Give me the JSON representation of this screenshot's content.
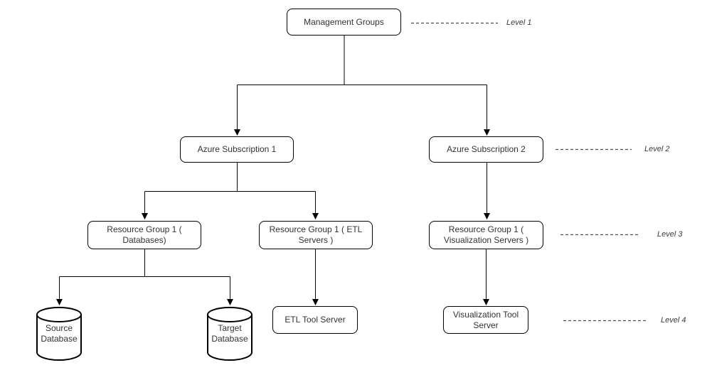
{
  "diagram": {
    "type": "hierarchy-flowchart",
    "nodes": {
      "management_groups": {
        "label": "Management Groups",
        "shape": "rounded-box",
        "level": 1
      },
      "subscription1": {
        "label": "Azure Subscription 1",
        "shape": "rounded-box",
        "level": 2
      },
      "subscription2": {
        "label": "Azure Subscription 2",
        "shape": "rounded-box",
        "level": 2
      },
      "rg_databases": {
        "label": "Resource Group 1 ( Databases)",
        "shape": "rounded-box",
        "level": 3
      },
      "rg_etl": {
        "label": "Resource Group 1 ( ETL Servers )",
        "shape": "rounded-box",
        "level": 3
      },
      "rg_visualization": {
        "label": "Resource Group 1 ( Visualization Servers )",
        "shape": "rounded-box",
        "level": 3
      },
      "source_database": {
        "label": "Source Database",
        "shape": "cylinder",
        "level": 4
      },
      "target_database": {
        "label": "Target Database",
        "shape": "cylinder",
        "level": 4
      },
      "etl_tool_server": {
        "label": "ETL Tool Server",
        "shape": "rounded-box",
        "level": 4
      },
      "visualization_tool_server": {
        "label": "Visualization Tool Server",
        "shape": "rounded-box",
        "level": 4
      }
    },
    "edges": [
      {
        "from": "management_groups",
        "to": "subscription1"
      },
      {
        "from": "management_groups",
        "to": "subscription2"
      },
      {
        "from": "subscription1",
        "to": "rg_databases"
      },
      {
        "from": "subscription1",
        "to": "rg_etl"
      },
      {
        "from": "subscription2",
        "to": "rg_visualization"
      },
      {
        "from": "rg_databases",
        "to": "source_database"
      },
      {
        "from": "rg_databases",
        "to": "target_database"
      },
      {
        "from": "rg_etl",
        "to": "etl_tool_server"
      },
      {
        "from": "rg_visualization",
        "to": "visualization_tool_server"
      }
    ],
    "level_labels": {
      "level1": {
        "label": "Level 1"
      },
      "level2": {
        "label": "Level 2"
      },
      "level3": {
        "label": "Level 3"
      },
      "level4": {
        "label": "Level 4"
      }
    },
    "colors": {
      "background": "#ffffff",
      "node_border": "#000000",
      "node_fill": "#ffffff",
      "connector": "#000000",
      "dashed_leader": "#4d4d4d",
      "text": "#333333"
    }
  }
}
